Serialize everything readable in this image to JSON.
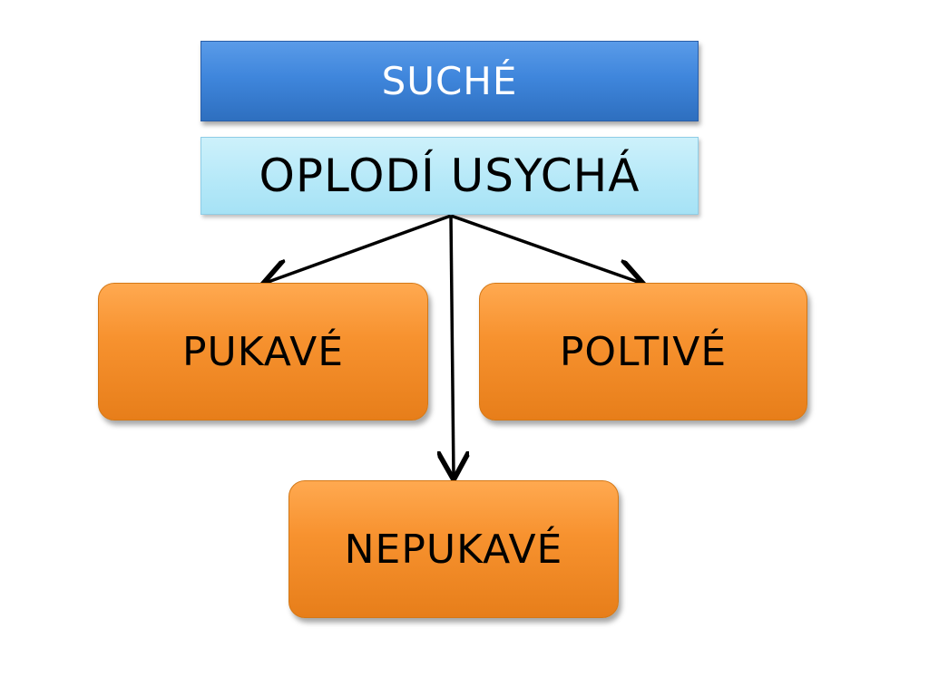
{
  "title": "SUCHÉ",
  "subtitle": "OPLODÍ USYCHÁ",
  "nodes": {
    "left": "PUKAVÉ",
    "right": "POLTIVÉ",
    "bottom": "NEPUKAVÉ"
  },
  "colors": {
    "title_fill": "#3f86dc",
    "subtitle_fill": "#b4e8f8",
    "node_fill": "#f7922f",
    "arrow": "#000000"
  }
}
